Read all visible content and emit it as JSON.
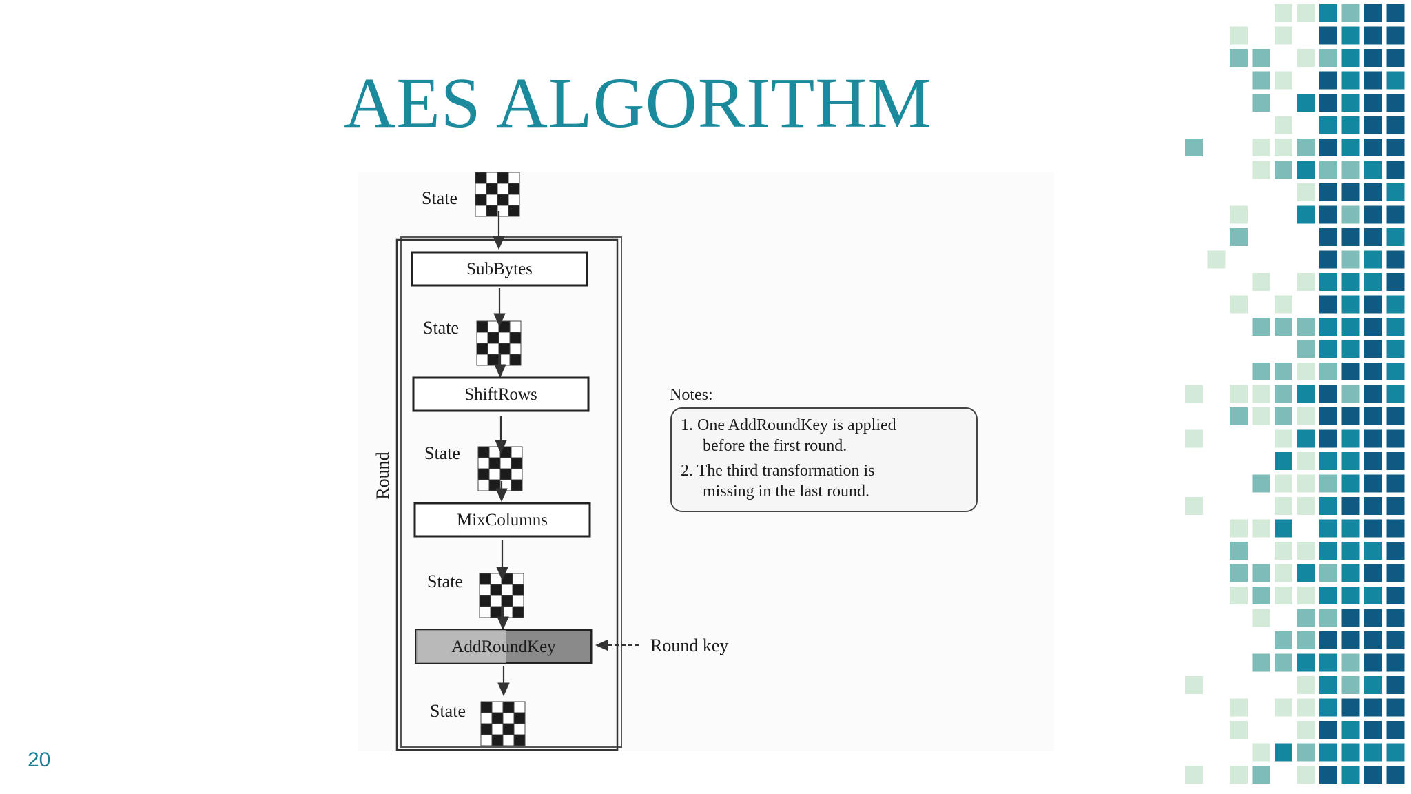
{
  "slide": {
    "title": "AES ALGORITHM",
    "page_number": "20"
  },
  "diagram": {
    "state_label": "State",
    "round_label": "Round",
    "steps": [
      "SubBytes",
      "ShiftRows",
      "MixColumns",
      "AddRoundKey"
    ],
    "round_key_label": "Round key",
    "notes": {
      "heading": "Notes:",
      "note1_line1": "1. One AddRoundKey is applied",
      "note1_line2": "before the first round.",
      "note2_line1": "2. The third transformation is",
      "note2_line2": "missing in the last round."
    }
  },
  "colors": {
    "title": "#1a8a9c",
    "page_number": "#1a7f96",
    "mosaic_dark": "#0e5a82",
    "mosaic_teal": "#13879f",
    "mosaic_mid": "#7dbcb8",
    "mosaic_light": "#d3ead9"
  }
}
